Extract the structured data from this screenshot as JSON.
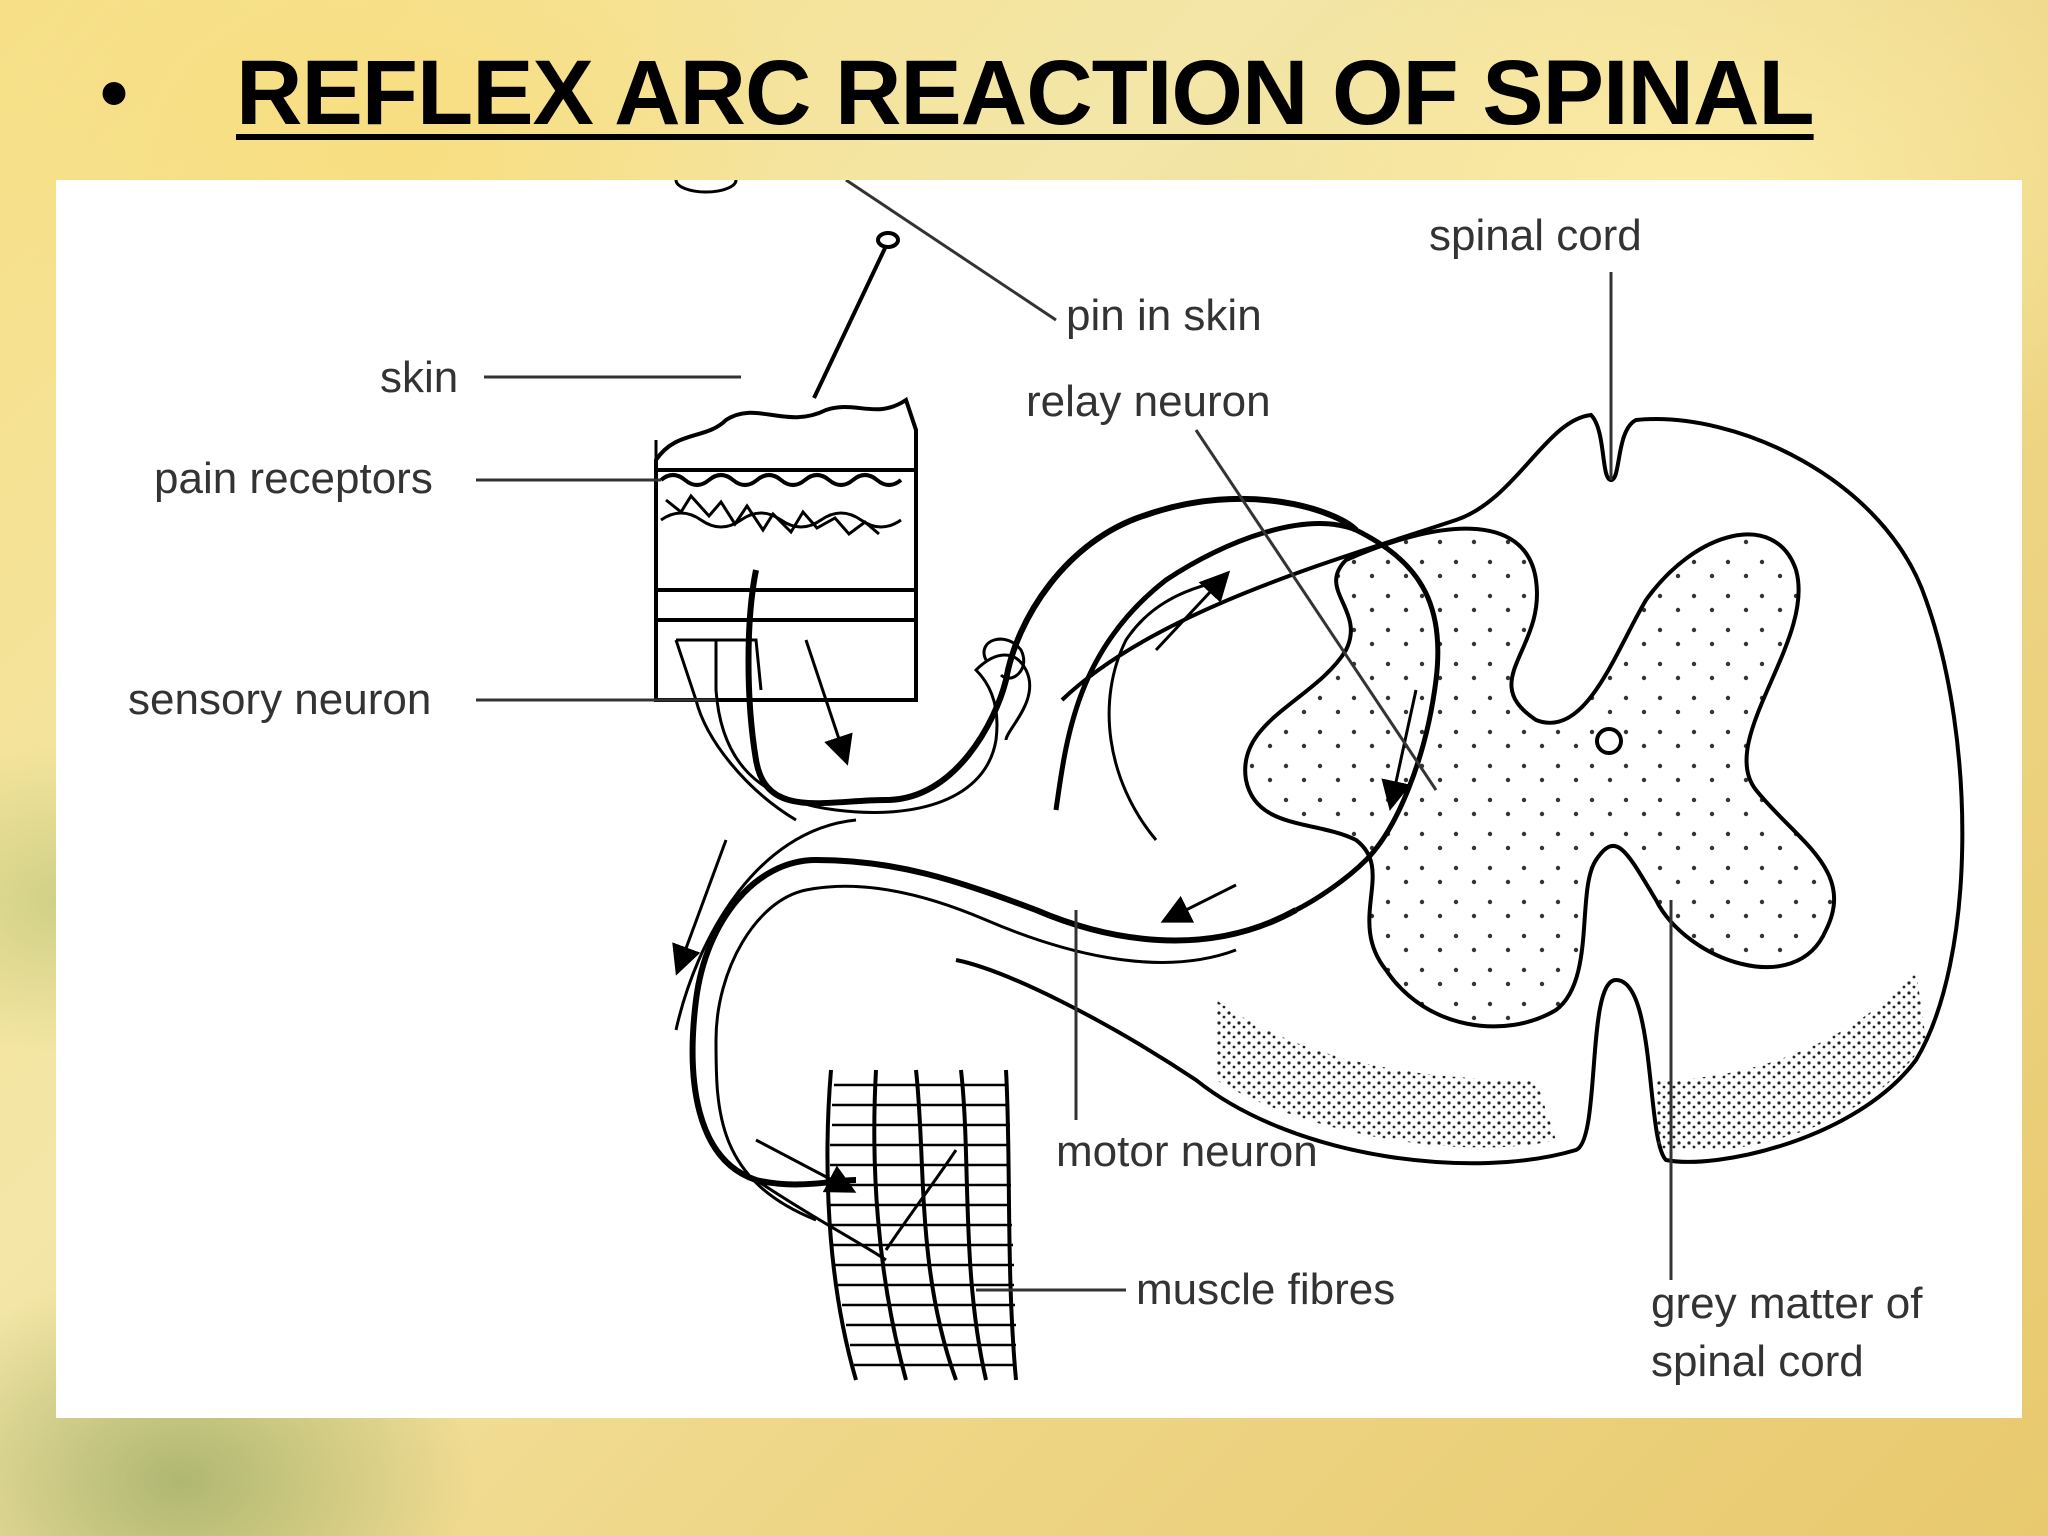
{
  "slide": {
    "bullet": "•",
    "title": "REFLEX ARC REACTION OF SPINAL"
  },
  "diagram": {
    "labels": {
      "pin_in_skin": "pin in skin",
      "skin": "skin",
      "pain_receptors": "pain receptors",
      "relay_neuron": "relay neuron",
      "spinal_cord": "spinal cord",
      "sensory_neuron": "sensory neuron",
      "motor_neuron": "motor neuron",
      "muscle_fibres": "muscle fibres",
      "grey_matter_line1": "grey matter of",
      "grey_matter_line2": "spinal cord"
    }
  },
  "colors": {
    "background": "#f3e3a0",
    "title_text": "#000000",
    "diagram_bg": "#ffffff",
    "label_text": "#333333"
  }
}
